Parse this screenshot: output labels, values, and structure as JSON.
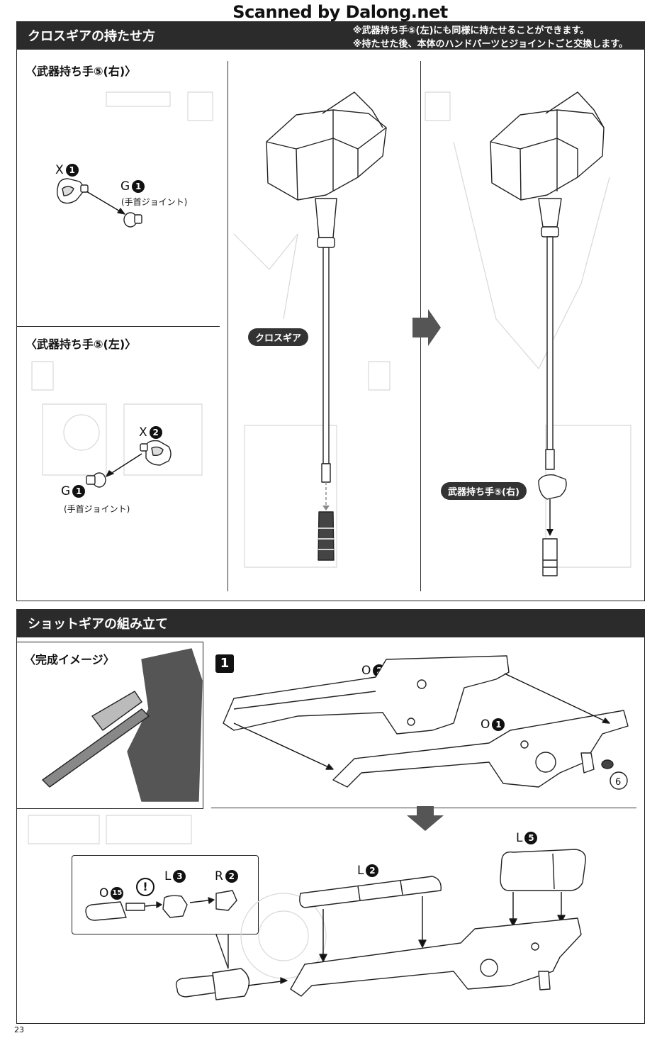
{
  "watermark": "Scanned by Dalong.net",
  "section1": {
    "title": "クロスギアの持たせ方",
    "notes": [
      "※武器持ち手⑤(左)にも同様に持たせることができます。",
      "※持たせた後、本体のハンドパーツとジョイントごと交換します。"
    ],
    "right_hand_title": "〈武器持ち手⑤(右)〉",
    "left_hand_title": "〈武器持ち手⑤(左)〉",
    "parts_right": {
      "x_letter": "X",
      "x_num": "1",
      "g_letter": "G",
      "g_num": "1",
      "g_caption": "(手首ジョイント)"
    },
    "parts_left": {
      "x_letter": "X",
      "x_num": "2",
      "g_letter": "G",
      "g_num": "1",
      "g_caption": "(手首ジョイント)"
    },
    "pill_cross_gear": "クロスギア",
    "pill_weapon_hand": "武器持ち手⑤(右)"
  },
  "section2": {
    "title": "ショットギアの組み立て",
    "complete_image_title": "〈完成イメージ〉",
    "step": "1",
    "parts": {
      "o2": {
        "letter": "O",
        "num": "2"
      },
      "o1": {
        "letter": "O",
        "num": "1"
      },
      "l2": {
        "letter": "L",
        "num": "2"
      },
      "l5": {
        "letter": "L",
        "num": "5"
      },
      "o15": {
        "letter": "O",
        "num": "15"
      },
      "l3": {
        "letter": "L",
        "num": "3"
      },
      "r2": {
        "letter": "R",
        "num": "2"
      }
    },
    "caution_mark": "!"
  },
  "page_number": "23",
  "colors": {
    "header_bg": "#2b2b2b",
    "line": "#222222",
    "ghost": "#d8d8d8"
  }
}
